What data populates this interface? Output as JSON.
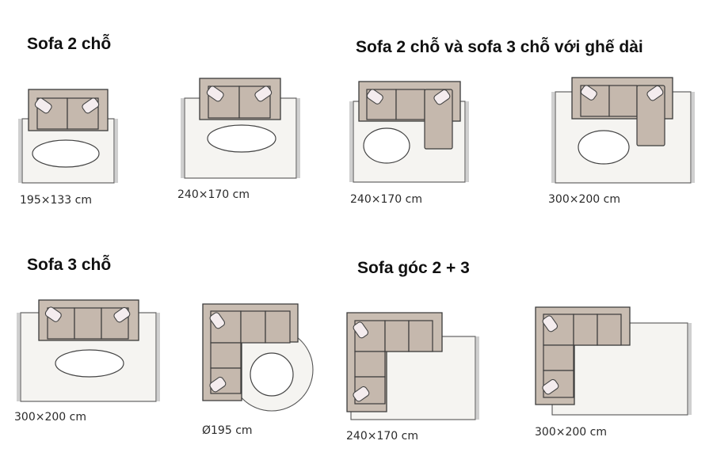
{
  "headings": {
    "sofa2": "Sofa 2 chỗ",
    "sofa2_3_chaise": "Sofa 2 chỗ và sofa 3 chỗ với ghế dài",
    "sofa3": "Sofa 3 chỗ",
    "corner": "Sofa góc 2 + 3"
  },
  "layouts": [
    {
      "size": "195×133 cm"
    },
    {
      "size": "240×170 cm"
    },
    {
      "size": "240×170 cm"
    },
    {
      "size": "300×200 cm"
    },
    {
      "size": "300×200 cm"
    },
    {
      "size": "Ø195 cm"
    },
    {
      "size": "240×170 cm"
    },
    {
      "size": "300×200 cm"
    }
  ],
  "colors": {
    "rug": "#f5f4f1",
    "sofa": "#c9bdb2",
    "pillow": "#f4ecee",
    "outline": "#3b3b3b"
  }
}
